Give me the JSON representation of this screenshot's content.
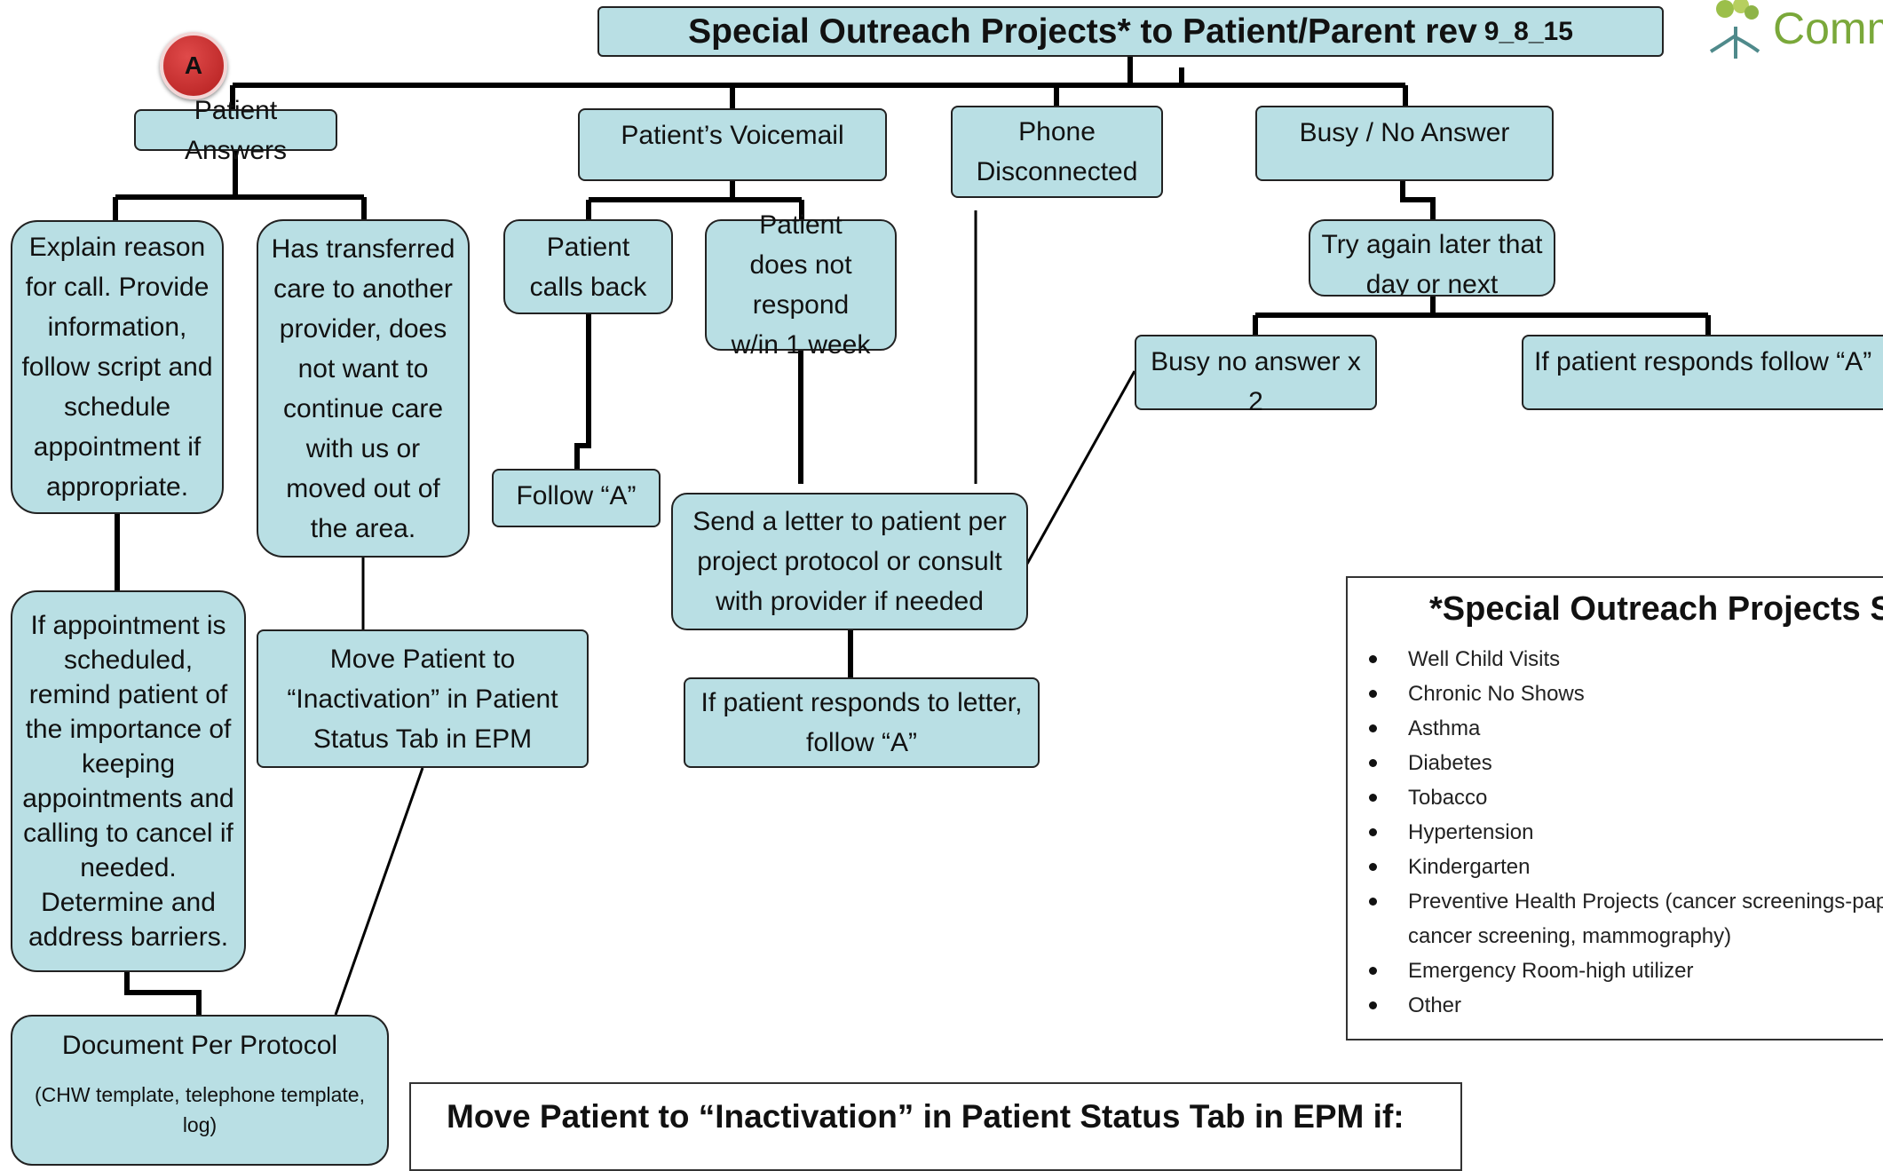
{
  "title": {
    "main": "Special Outreach Projects* to Patient/Parent rev",
    "rev": "9_8_15"
  },
  "logo": {
    "text": "Comm"
  },
  "badge": {
    "label": "A"
  },
  "nodes": {
    "patient_answers": "Patient Answers",
    "voicemail": "Patient’s Voicemail",
    "phone_disconnected": "Phone Disconnected",
    "busy": "Busy / No Answer",
    "explain": "Explain reason for call. Provide information, follow script and schedule appointment if appropriate.",
    "transferred": "Has transferred care to another provider, does not want to continue care with us or moved out of the area.",
    "calls_back": "Patient calls back",
    "no_respond": "Patient does not respond w/in 1 week",
    "try_again": "Try again later that day or next",
    "busy_x2": "Busy no answer x 2",
    "responds_follow_a": "If patient responds follow “A”",
    "follow_a": "Follow “A”",
    "send_letter": "Send a letter to patient per project protocol or consult with provider if needed",
    "reminder": "If appointment is scheduled, remind patient of the importance of keeping appointments and calling to cancel if needed. Determine and address barriers.",
    "move_inactivation": "Move Patient to “Inactivation” in Patient Status Tab in EPM",
    "responds_letter": "If patient responds to letter, follow “A”",
    "document_title": "Document Per Protocol",
    "document_sub": "(CHW template, telephone template, log)"
  },
  "projects_panel": {
    "title": "*Special Outreach Projects Su",
    "items": [
      "Well Child Visits",
      "Chronic No Shows",
      "Asthma",
      "Diabetes",
      "Tobacco",
      "Hypertension",
      "Kindergarten",
      "Preventive Health Projects (cancer screenings-pap cancer screening, mammography)",
      "Emergency Room-high utilizer",
      "Other"
    ]
  },
  "inactivation_box": {
    "title": "Move Patient to “Inactivation” in Patient Status Tab in EPM if:"
  },
  "colors": {
    "box_fill": "#b9dfe4",
    "badge_red": "#c62828",
    "logo_green": "#7aa83a"
  }
}
